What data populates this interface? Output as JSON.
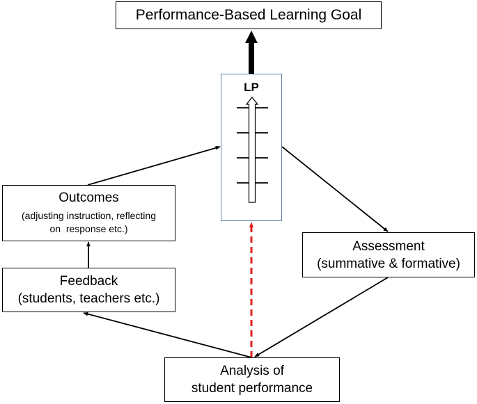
{
  "goal": {
    "label": "Performance-Based Learning Goal"
  },
  "lp": {
    "label": "LP",
    "rungs": 4
  },
  "outcomes": {
    "title": "Outcomes",
    "detail_line1": "(adjusting instruction, reflecting",
    "detail_line2": "on  response etc.)"
  },
  "feedback": {
    "line1": "Feedback",
    "line2": "(students, teachers etc.)"
  },
  "assessment": {
    "line1": "Assessment",
    "line2": "(summative & formative)"
  },
  "analysis": {
    "line1": "Analysis of",
    "line2": "student performance"
  },
  "colors": {
    "box_border": "#000000",
    "lp_border": "#5b7ea8",
    "dashed_arrow": "#e02020",
    "arrow": "#000000"
  }
}
